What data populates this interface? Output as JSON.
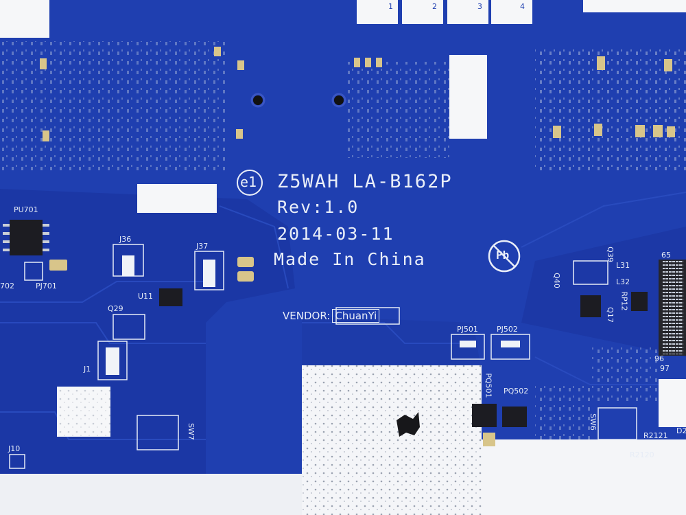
{
  "board": {
    "model": "Z5WAH  LA-B162P",
    "revision": "Rev:1.0",
    "date": "2014-03-11",
    "origin": "Made In China",
    "vendor_label": "VENDOR:",
    "vendor_name": "ChuanYi",
    "mark_e1": "e1",
    "mark_pb": "Pb"
  },
  "labels": {
    "pu701": "PU701",
    "pj701": "PJ701",
    "r702": "702",
    "j36": "J36",
    "j37": "J37",
    "u11": "U11",
    "q29": "Q29",
    "j1": "J1",
    "j10": "J10",
    "sw7": "SW7",
    "pj501": "PJ501",
    "pj502": "PJ502",
    "pq501": "PQ501",
    "pq502": "PQ502",
    "sw6": "SW6",
    "q39": "Q39",
    "q40": "Q40",
    "l31": "L31",
    "l32": "L32",
    "rp12": "RP12",
    "q17": "Q17",
    "n65": "65",
    "n96": "96",
    "n97": "97",
    "r2121": "R2121",
    "r2120": "R2120",
    "d2": "D2",
    "n1": "1",
    "n2": "2",
    "n3": "3",
    "n4": "4"
  },
  "colors": {
    "board_blue": "#1f3fb0",
    "silkscreen": "#e9eef8",
    "label_white": "#f6f7f9",
    "chip_black": "#1c1c22",
    "smd_gold": "#d8c58a"
  }
}
